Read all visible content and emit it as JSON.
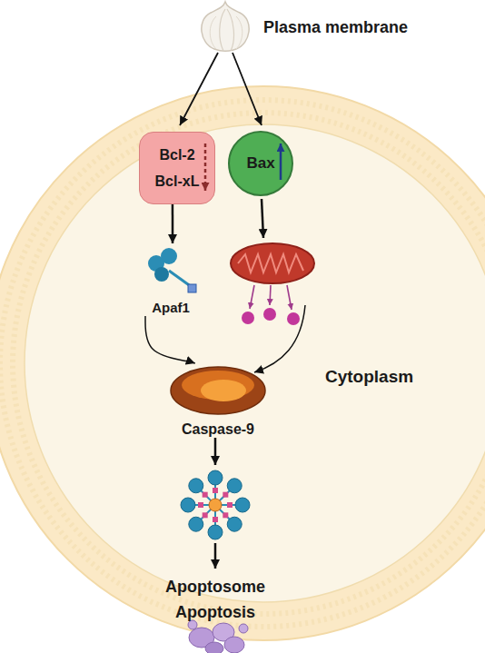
{
  "diagram": {
    "nodes": [
      {
        "text": [
          "Bcl-2",
          "Bcl-xL"
        ]
      },
      {
        "text": [
          "Bax"
        ]
      },
      {
        "text": [
          "Apaf1"
        ]
      },
      {
        "text": [
          "Caspase-9"
        ]
      },
      {
        "text": [
          "Apoptosome"
        ]
      },
      {
        "text": [
          "Apoptosis"
        ]
      }
    ],
    "edges": [
      {
        "from": 0,
        "to": 2,
        "arrow": "to"
      },
      {
        "from": 2,
        "to": 3,
        "arrow": "to"
      },
      {
        "from": 3,
        "to": 4,
        "arrow": "to"
      }
    ],
    "labels": [
      "Plasma membrane",
      "Cytoplasm"
    ]
  }
}
